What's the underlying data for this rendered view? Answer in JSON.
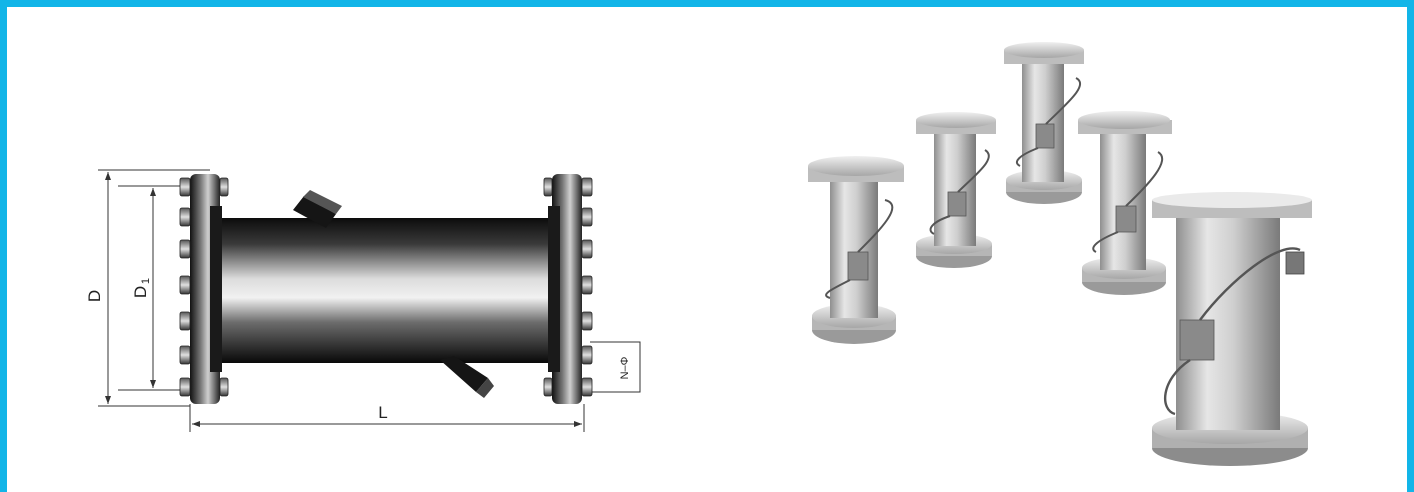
{
  "colors": {
    "border": "#12b5e8",
    "pipe_dark": "#1a1a1a",
    "pipe_light": "#d8d8d8",
    "meter_metal": "#bfbfbf"
  },
  "diagram": {
    "labels": {
      "outer_diameter": "D",
      "bolt_circle": "D",
      "bolt_circle_sub": "1",
      "length": "L",
      "bolts": "N–Φ"
    }
  },
  "photo": {
    "meter_count": 5
  }
}
